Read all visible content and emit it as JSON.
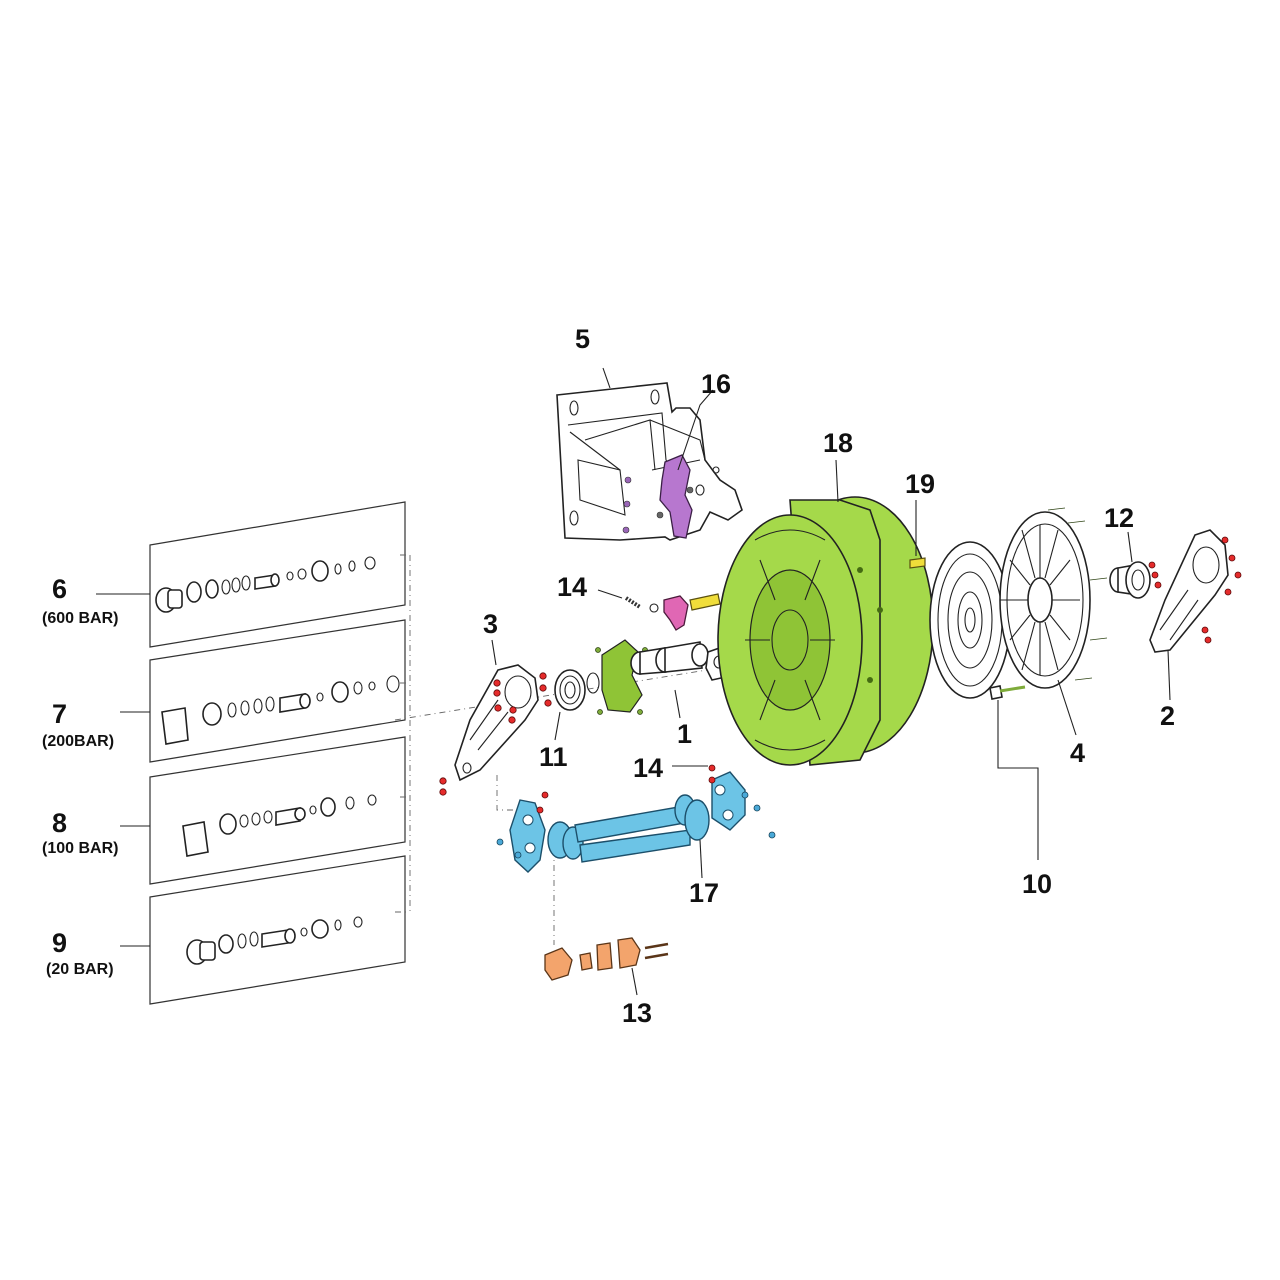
{
  "diagram": {
    "type": "exploded-parts-diagram",
    "callouts": [
      {
        "id": "1",
        "text": "1"
      },
      {
        "id": "2",
        "text": "2"
      },
      {
        "id": "3",
        "text": "3"
      },
      {
        "id": "4",
        "text": "4"
      },
      {
        "id": "5",
        "text": "5"
      },
      {
        "id": "6",
        "text": "6",
        "sub": "(600  BAR)"
      },
      {
        "id": "7",
        "text": "7",
        "sub": "(200BAR)"
      },
      {
        "id": "8",
        "text": "8",
        "sub": "(100  BAR)"
      },
      {
        "id": "9",
        "text": "9",
        "sub": "(20 BAR)"
      },
      {
        "id": "10",
        "text": "10"
      },
      {
        "id": "11",
        "text": "11"
      },
      {
        "id": "12",
        "text": "12"
      },
      {
        "id": "13",
        "text": "13"
      },
      {
        "id": "14a",
        "text": "14"
      },
      {
        "id": "14b",
        "text": "14"
      },
      {
        "id": "16",
        "text": "16"
      },
      {
        "id": "17",
        "text": "17"
      },
      {
        "id": "18",
        "text": "18"
      },
      {
        "id": "19",
        "text": "19"
      }
    ],
    "colors": {
      "reel_drum": "#a5d94a",
      "shaft_assembly": "#6cc4e6",
      "latch_plate": "#b777cf",
      "pawl": "#e067b4",
      "guide_parts": "#f3a46c",
      "pin": "#f0dd3a",
      "screws_red": "#e52b2b",
      "screws_green": "#7eab3a"
    }
  }
}
